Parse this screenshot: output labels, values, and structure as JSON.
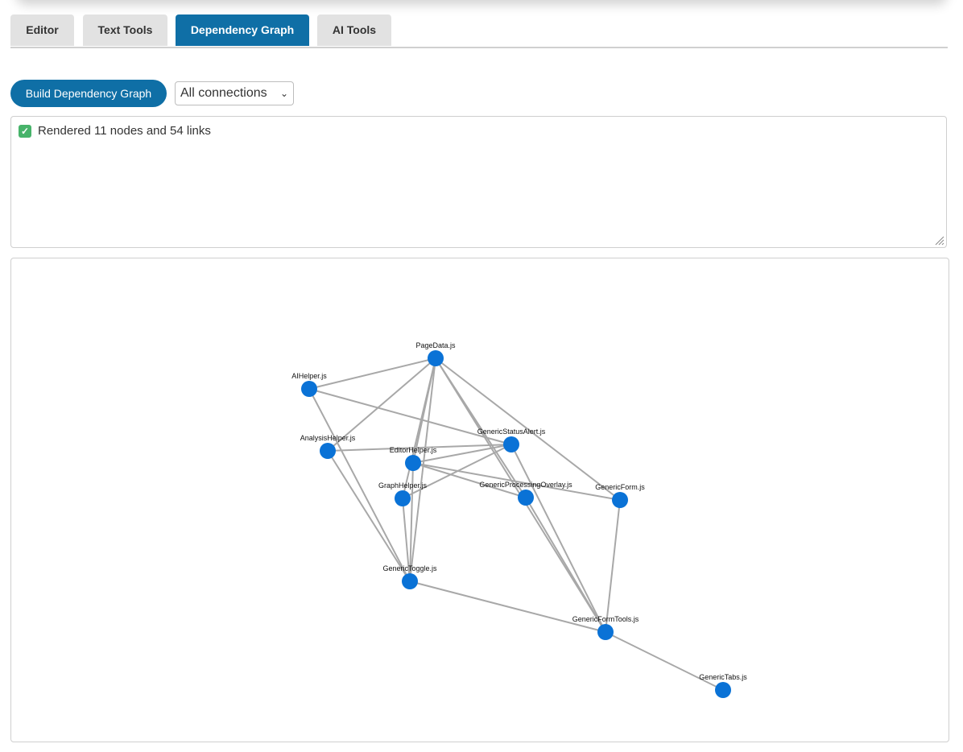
{
  "tabs": [
    {
      "label": "Editor",
      "active": false
    },
    {
      "label": "Text Tools",
      "active": false
    },
    {
      "label": "Dependency Graph",
      "active": true
    },
    {
      "label": "AI Tools",
      "active": false
    }
  ],
  "toolbar": {
    "build_label": "Build Dependency Graph",
    "filter_selected": "All connections"
  },
  "log": {
    "message": "Rendered 11 nodes and 54 links"
  },
  "colors": {
    "accent": "#0f6fa6",
    "node": "#0a72d6",
    "link": "#a8a8a8"
  },
  "graph": {
    "nodes": [
      {
        "id": "PageData.js"
      },
      {
        "id": "AIHelper.js"
      },
      {
        "id": "AnalysisHelper.js"
      },
      {
        "id": "EditorHelper.js"
      },
      {
        "id": "GenericStatusAlert.js"
      },
      {
        "id": "GraphHelper.js"
      },
      {
        "id": "GenericProcessingOverlay.js"
      },
      {
        "id": "GenericForm.js"
      },
      {
        "id": "GenericToggle.js"
      },
      {
        "id": "GenericFormTools.js"
      },
      {
        "id": "GenericTabs.js"
      }
    ],
    "links": [
      [
        "PageData.js",
        "AIHelper.js"
      ],
      [
        "PageData.js",
        "AnalysisHelper.js"
      ],
      [
        "PageData.js",
        "EditorHelper.js"
      ],
      [
        "PageData.js",
        "GraphHelper.js"
      ],
      [
        "PageData.js",
        "GenericToggle.js"
      ],
      [
        "PageData.js",
        "GenericProcessingOverlay.js"
      ],
      [
        "PageData.js",
        "GenericForm.js"
      ],
      [
        "PageData.js",
        "GenericFormTools.js"
      ],
      [
        "AIHelper.js",
        "GenericStatusAlert.js"
      ],
      [
        "AIHelper.js",
        "GenericToggle.js"
      ],
      [
        "AnalysisHelper.js",
        "GenericStatusAlert.js"
      ],
      [
        "AnalysisHelper.js",
        "GenericToggle.js"
      ],
      [
        "EditorHelper.js",
        "GenericStatusAlert.js"
      ],
      [
        "EditorHelper.js",
        "GenericProcessingOverlay.js"
      ],
      [
        "EditorHelper.js",
        "GenericForm.js"
      ],
      [
        "EditorHelper.js",
        "GenericToggle.js"
      ],
      [
        "GraphHelper.js",
        "GenericStatusAlert.js"
      ],
      [
        "GraphHelper.js",
        "GenericToggle.js"
      ],
      [
        "GenericStatusAlert.js",
        "GenericFormTools.js"
      ],
      [
        "GenericProcessingOverlay.js",
        "GenericFormTools.js"
      ],
      [
        "GenericForm.js",
        "GenericFormTools.js"
      ],
      [
        "GenericToggle.js",
        "GenericFormTools.js"
      ],
      [
        "GenericFormTools.js",
        "GenericTabs.js"
      ]
    ]
  }
}
